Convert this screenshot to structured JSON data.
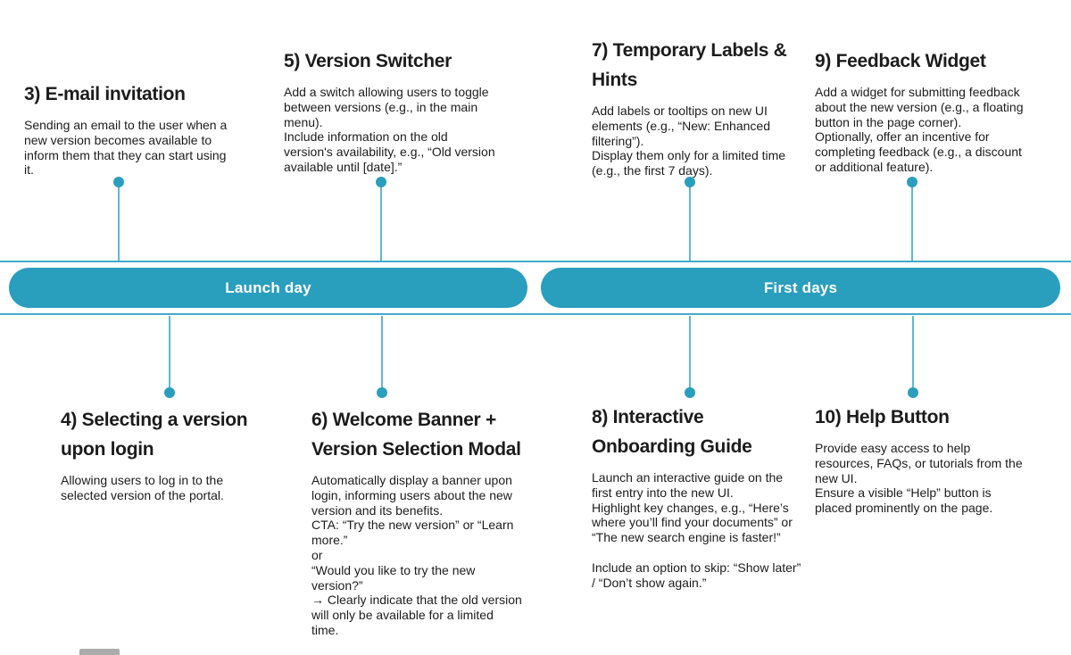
{
  "timeline": {
    "phases": [
      {
        "label": "Launch day"
      },
      {
        "label": "First days"
      }
    ]
  },
  "top_items": [
    {
      "title": "3) E-mail invitation",
      "body": "Sending an email to the user when a\nnew version becomes available to\ninform them that they can start using\nit."
    },
    {
      "title": "5) Version Switcher",
      "body": "Add a switch allowing users to toggle\nbetween versions (e.g., in the main\nmenu).\nInclude information on the old\nversion's availability, e.g., “Old version\navailable until [date].”"
    },
    {
      "title": "7) Temporary Labels &\nHints",
      "body": "Add labels or tooltips on new UI\nelements (e.g., “New: Enhanced\nfiltering”).\nDisplay them only for a limited time\n(e.g., the first 7 days)."
    },
    {
      "title": "9) Feedback Widget",
      "body": "Add a widget for submitting feedback\nabout the new version (e.g., a floating\nbutton in the page corner).\nOptionally, offer an incentive for\ncompleting feedback (e.g., a discount\nor additional feature)."
    }
  ],
  "bottom_items": [
    {
      "title": "4) Selecting a version\nupon login",
      "body": "Allowing users to log in to the\nselected version of the portal."
    },
    {
      "title": "6) Welcome Banner +\nVersion Selection Modal",
      "body": "Automatically display a banner upon\nlogin, informing users about the new\nversion and its benefits.\nCTA: “Try the new version” or “Learn\nmore.”\nor\n“Would you like to try the new\nversion?”\n→ Clearly indicate that the old version\nwill only be available for a limited\ntime."
    },
    {
      "title": "8) Interactive\nOnboarding Guide",
      "body": "Launch an interactive guide on the\nfirst entry into the new UI.\nHighlight key changes, e.g., “Here’s\nwhere you’ll find your documents” or\n“The new search engine is faster!”\n\nInclude an option to skip: “Show later”\n/ “Don’t show again.”"
    },
    {
      "title": "10) Help Button",
      "body": "Provide easy access to help\nresources, FAQs, or tutorials from the\nnew UI.\nEnsure a visible “Help” button is\nplaced prominently on the page."
    }
  ],
  "colors": {
    "teal_fill": "#2A9EBD",
    "line_horizontal": "#43AACA",
    "line_vertical": "#5FB8D5",
    "text": "#1C1C1C",
    "pill_text": "#FFFFFF",
    "footer_bar": "#ABABAB"
  }
}
